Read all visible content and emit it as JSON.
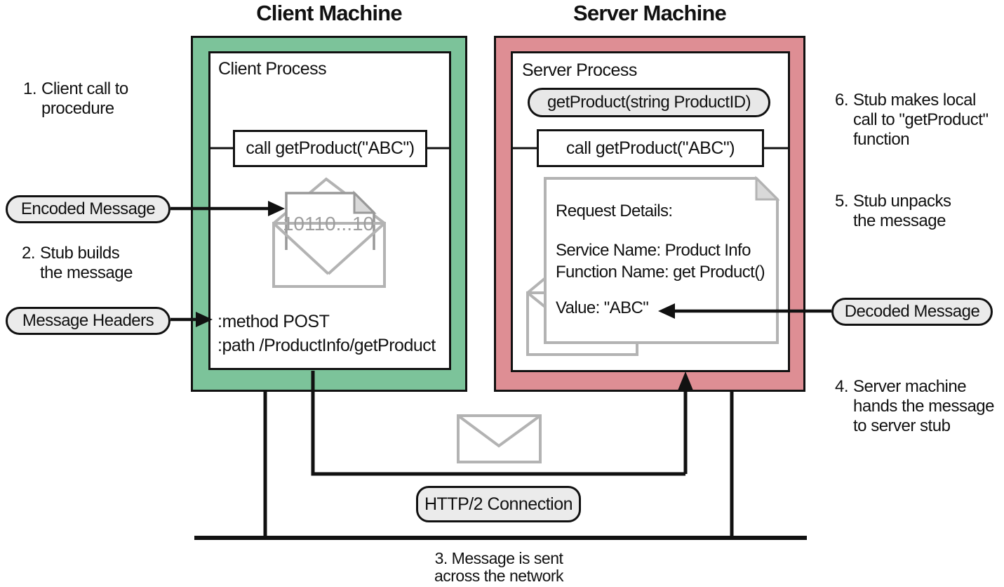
{
  "colors": {
    "client_machine_fill": "#7cc39a",
    "server_machine_fill": "#de8e94",
    "pill_fill": "#ebebeb",
    "pill_fill_alt": "#e8e8e8",
    "line": "#111111",
    "icon_gray": "#b3b3b3"
  },
  "client": {
    "title": "Client Machine",
    "process_label": "Client Process",
    "call_box": "call getProduct(\"ABC\")",
    "binary_text": "10110...10",
    "header_line1": ":method POST",
    "header_line2": ":path /ProductInfo/getProduct"
  },
  "server": {
    "title": "Server Machine",
    "process_label": "Server Process",
    "function_pill": "getProduct(string ProductID)",
    "call_box": "call getProduct(\"ABC\")",
    "document": {
      "heading": "Request Details:",
      "service_name": "Service Name: Product Info",
      "function_name": "Function Name: get Product()",
      "value": "Value: \"ABC\""
    }
  },
  "pills": {
    "encoded_message": "Encoded Message",
    "message_headers": "Message Headers",
    "decoded_message": "Decoded Message",
    "http2_connection": "HTTP/2 Connection"
  },
  "annotations": {
    "a1": {
      "num": "1.",
      "line1": "Client call to",
      "line2": "procedure"
    },
    "a2": {
      "num": "2.",
      "line1": "Stub builds",
      "line2": "the message"
    },
    "a3": {
      "line1": "3. Message is sent",
      "line2": "across the network"
    },
    "a4": {
      "num": "4.",
      "line1": "Server machine",
      "line2": "hands the message",
      "line3": "to server stub"
    },
    "a5": {
      "num": "5.",
      "line1": "Stub unpacks",
      "line2": "the message"
    },
    "a6": {
      "num": "6.",
      "line1": "Stub makes local",
      "line2": "call to \"getProduct\"",
      "line3": "function"
    }
  },
  "icons": {
    "client_message_icon": "open-envelope-with-binary-paper",
    "server_message_icon": "request-document-over-open-envelope",
    "network_message_icon": "closed-envelope"
  }
}
